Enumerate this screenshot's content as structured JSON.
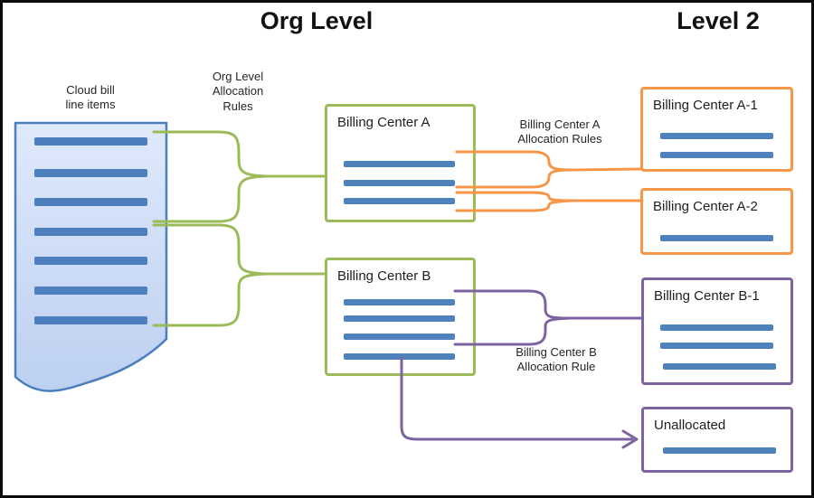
{
  "headers": {
    "org_level": "Org Level",
    "level_2": "Level 2"
  },
  "document": {
    "label": "Cloud bill\nline items",
    "line_item_count": 7
  },
  "org_level": {
    "rules_label": "Org Level\nAllocation\nRules",
    "boxes": {
      "a": {
        "title": "Billing Center A",
        "line_item_count": 3
      },
      "b": {
        "title": "Billing Center B",
        "line_item_count": 4
      }
    }
  },
  "level2": {
    "a_rules_label": "Billing Center A\nAllocation Rules",
    "b_rules_label": "Billing Center B\nAllocation Rule",
    "boxes": {
      "a1": {
        "title": "Billing Center A-1",
        "line_item_count": 2
      },
      "a2": {
        "title": "Billing Center A-2",
        "line_item_count": 1
      },
      "b1": {
        "title": "Billing Center B-1",
        "line_item_count": 3
      },
      "unallocated": {
        "title": "Unallocated",
        "line_item_count": 1
      }
    }
  },
  "colors": {
    "org_green": "#9BBB59",
    "level2_orange": "#F79646",
    "level2_purple": "#7E63A1",
    "line_item_blue": "#4F81BD",
    "document_border": "#4a7ebc",
    "document_fill_top": "#dfe9fb",
    "document_fill_bottom": "#bdd0f1"
  }
}
